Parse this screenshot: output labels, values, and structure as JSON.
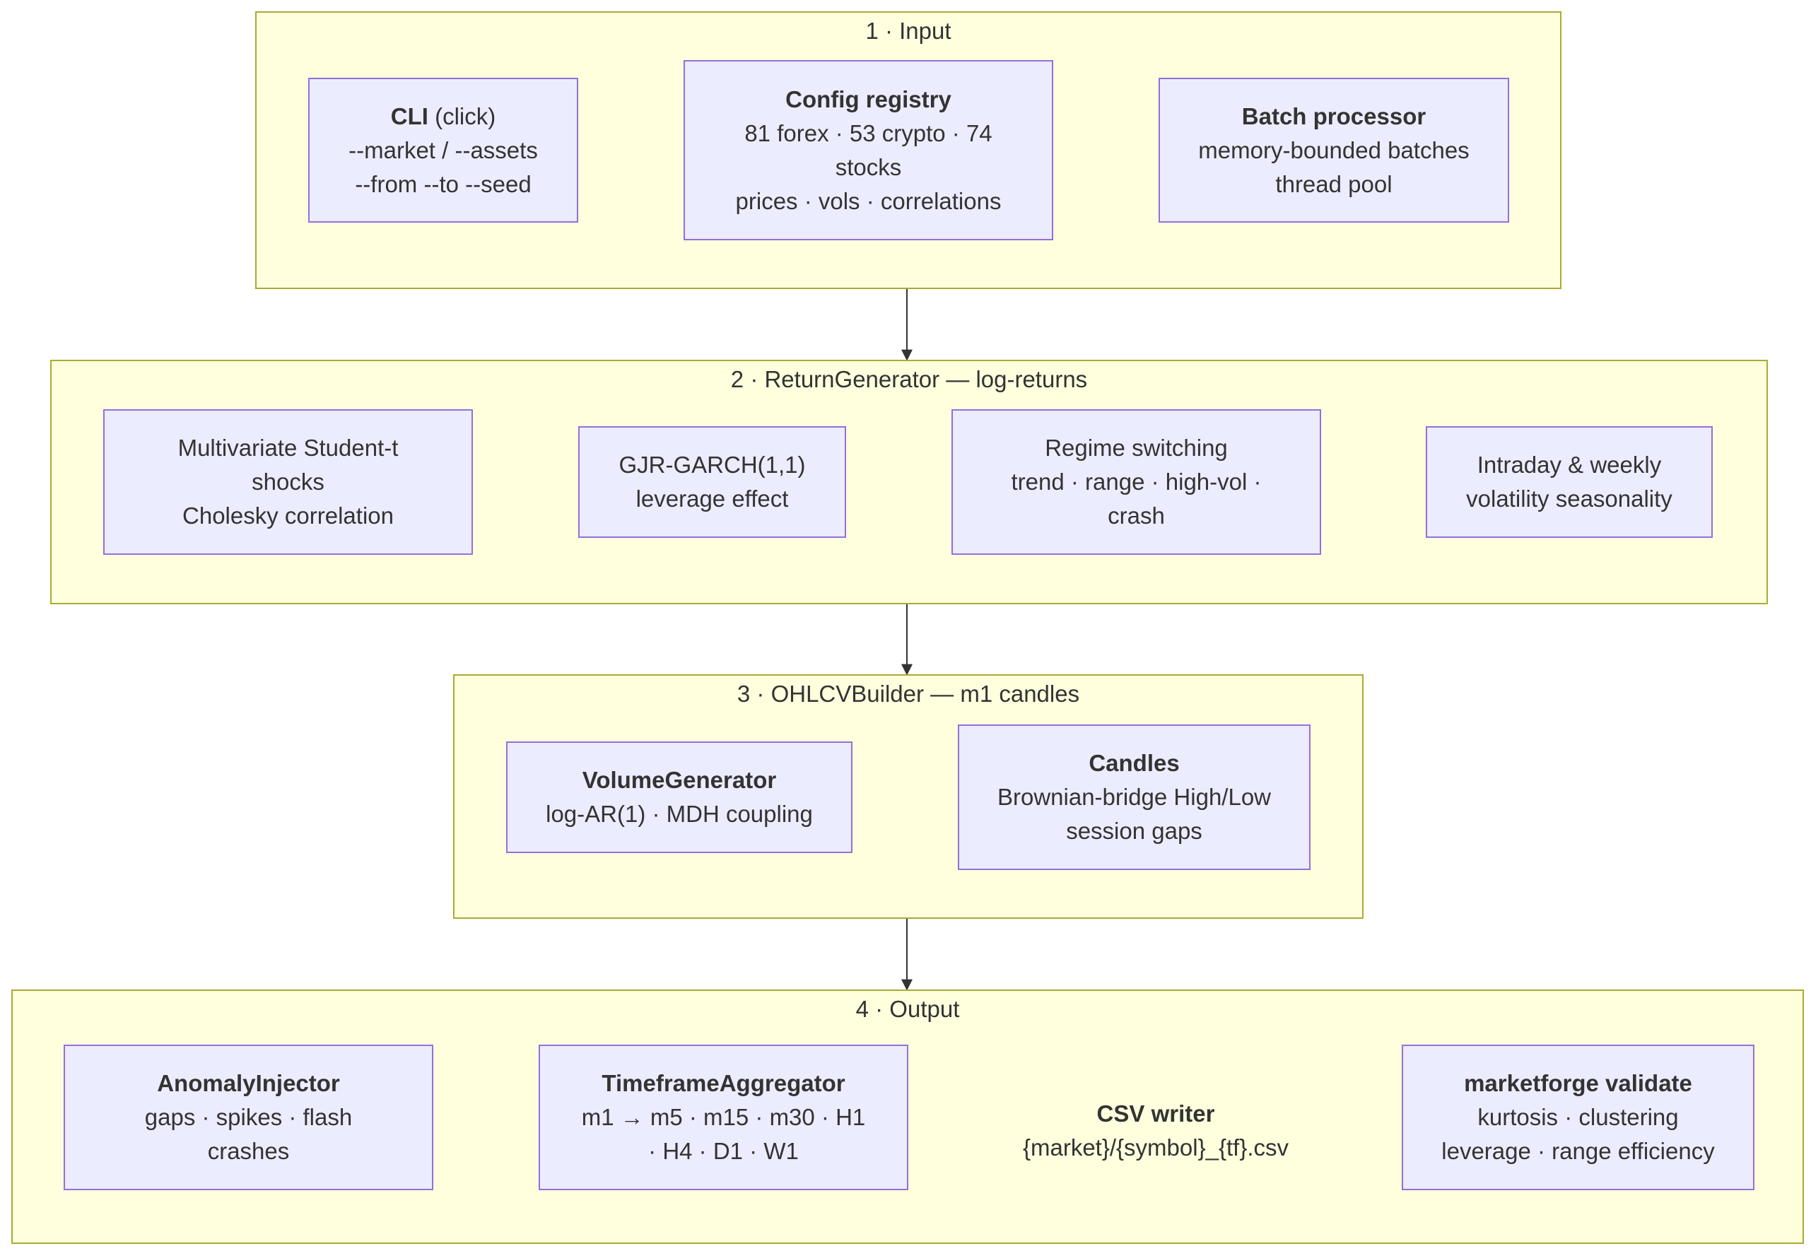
{
  "clusters": {
    "input": {
      "title": "1 · Input"
    },
    "returns": {
      "title": "2 · ReturnGenerator — log-returns"
    },
    "ohlcv": {
      "title": "3 · OHLCVBuilder — m1 candles"
    },
    "output": {
      "title": "4 · Output"
    }
  },
  "nodes": {
    "cli": {
      "title": "CLI",
      "title_suffix": " (click)",
      "lines": [
        "--market / --assets",
        "--from --to --seed"
      ]
    },
    "config": {
      "title": "Config registry",
      "lines": [
        "81 forex · 53 crypto · 74",
        "stocks",
        "prices · vols · correlations"
      ]
    },
    "batch": {
      "title": "Batch processor",
      "lines": [
        "memory-bounded batches",
        "thread pool"
      ]
    },
    "shocks": {
      "lines": [
        "Multivariate Student-t",
        "shocks",
        "Cholesky correlation"
      ]
    },
    "garch": {
      "lines": [
        "GJR-GARCH(1,1)",
        "leverage effect"
      ]
    },
    "regime": {
      "lines": [
        "Regime switching",
        "trend · range · high-vol ·",
        "crash"
      ]
    },
    "seasonality": {
      "lines": [
        "Intraday & weekly",
        "volatility seasonality"
      ]
    },
    "volume": {
      "title": "VolumeGenerator",
      "lines": [
        "log-AR(1) · MDH coupling"
      ]
    },
    "candles": {
      "title": "Candles",
      "lines": [
        "Brownian-bridge High/Low",
        "session gaps"
      ]
    },
    "anomaly": {
      "title": "AnomalyInjector",
      "lines": [
        "gaps · spikes · flash",
        "crashes"
      ]
    },
    "aggregator": {
      "title": "TimeframeAggregator",
      "lines": [
        "m1 → m5 · m15 · m30 · H1",
        "· H4 · D1 · W1"
      ]
    },
    "csv": {
      "title": "CSV writer",
      "lines": [
        "{market}/{symbol}_{tf}.csv"
      ]
    },
    "validate": {
      "title": "marketforge validate",
      "lines": [
        "kurtosis · clustering",
        "leverage · range efficiency"
      ]
    }
  },
  "colors": {
    "cluster_fill": "#ffffde",
    "cluster_stroke": "#aaaa33",
    "node_fill": "#ececff",
    "node_stroke": "#9370db",
    "edge": "#333333",
    "text": "#333333"
  }
}
